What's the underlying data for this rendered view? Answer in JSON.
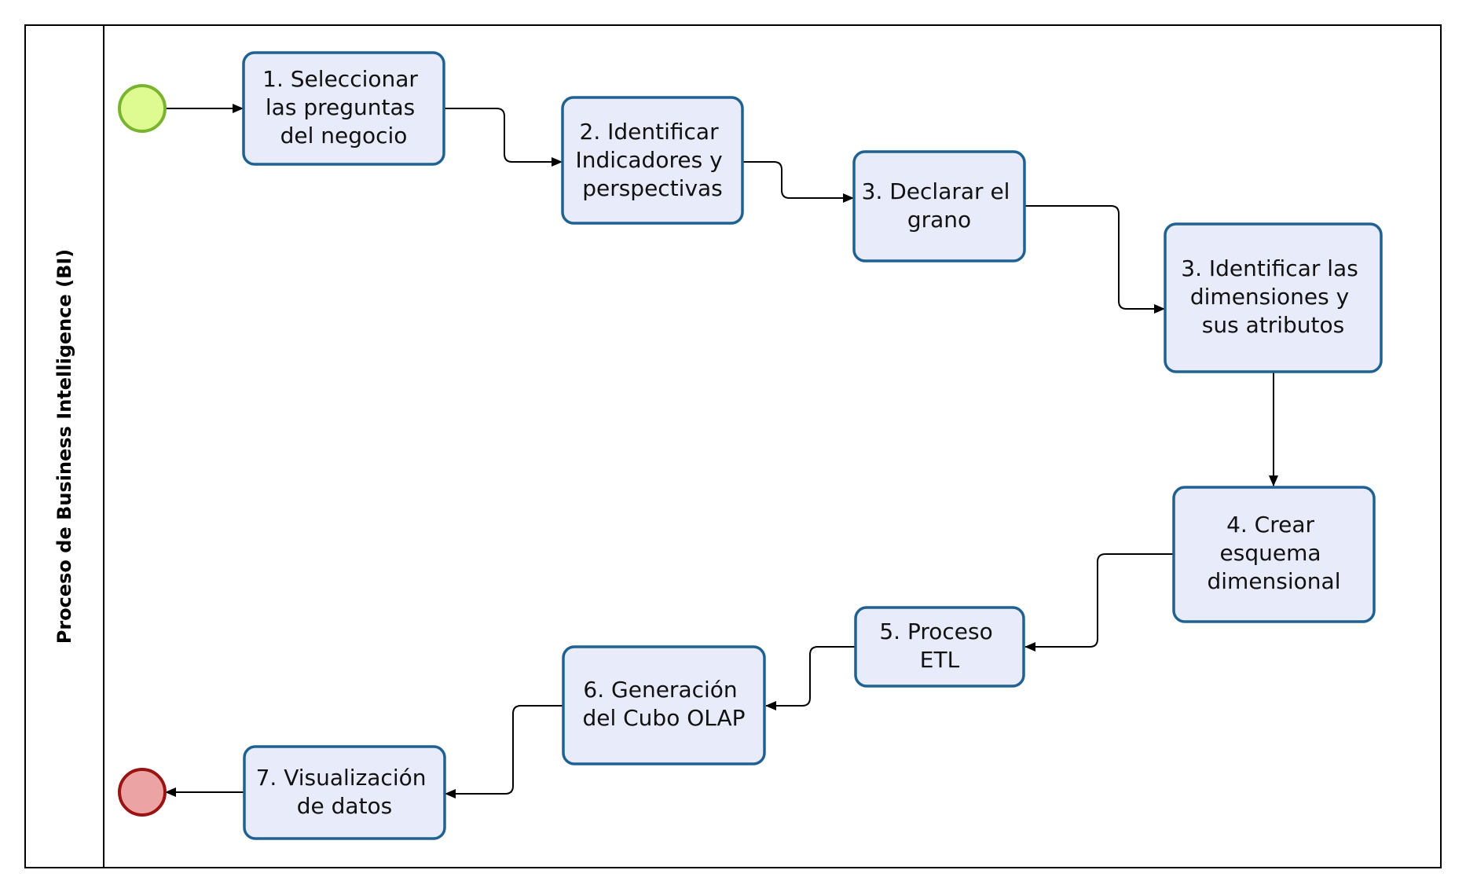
{
  "lane": {
    "title": "Proceso de Business Intelligence (BI)"
  },
  "events": {
    "start": {
      "fill": "#ddfb90",
      "stroke": "#7ab32f"
    },
    "end": {
      "fill": "#eba3a3",
      "stroke": "#9a1212"
    }
  },
  "tasks": [
    {
      "id": "t1",
      "lines": [
        "1. Seleccionar",
        "las preguntas",
        "del negocio"
      ]
    },
    {
      "id": "t2",
      "lines": [
        "2. Identificar",
        "Indicadores y",
        "perspectivas"
      ]
    },
    {
      "id": "t3",
      "lines": [
        "3. Declarar el",
        "grano"
      ]
    },
    {
      "id": "t4",
      "lines": [
        "3. Identificar las",
        "dimensiones y",
        "sus atributos"
      ]
    },
    {
      "id": "t5",
      "lines": [
        "4. Crear",
        "esquema",
        "dimensional"
      ]
    },
    {
      "id": "t6",
      "lines": [
        "5. Proceso",
        "ETL"
      ]
    },
    {
      "id": "t7",
      "lines": [
        "6. Generación",
        "del Cubo OLAP"
      ]
    },
    {
      "id": "t8",
      "lines": [
        "7. Visualización",
        "de datos"
      ]
    }
  ],
  "colors": {
    "task_fill": "#e8ecfa",
    "task_stroke": "#1f6292",
    "flow": "#000000"
  }
}
